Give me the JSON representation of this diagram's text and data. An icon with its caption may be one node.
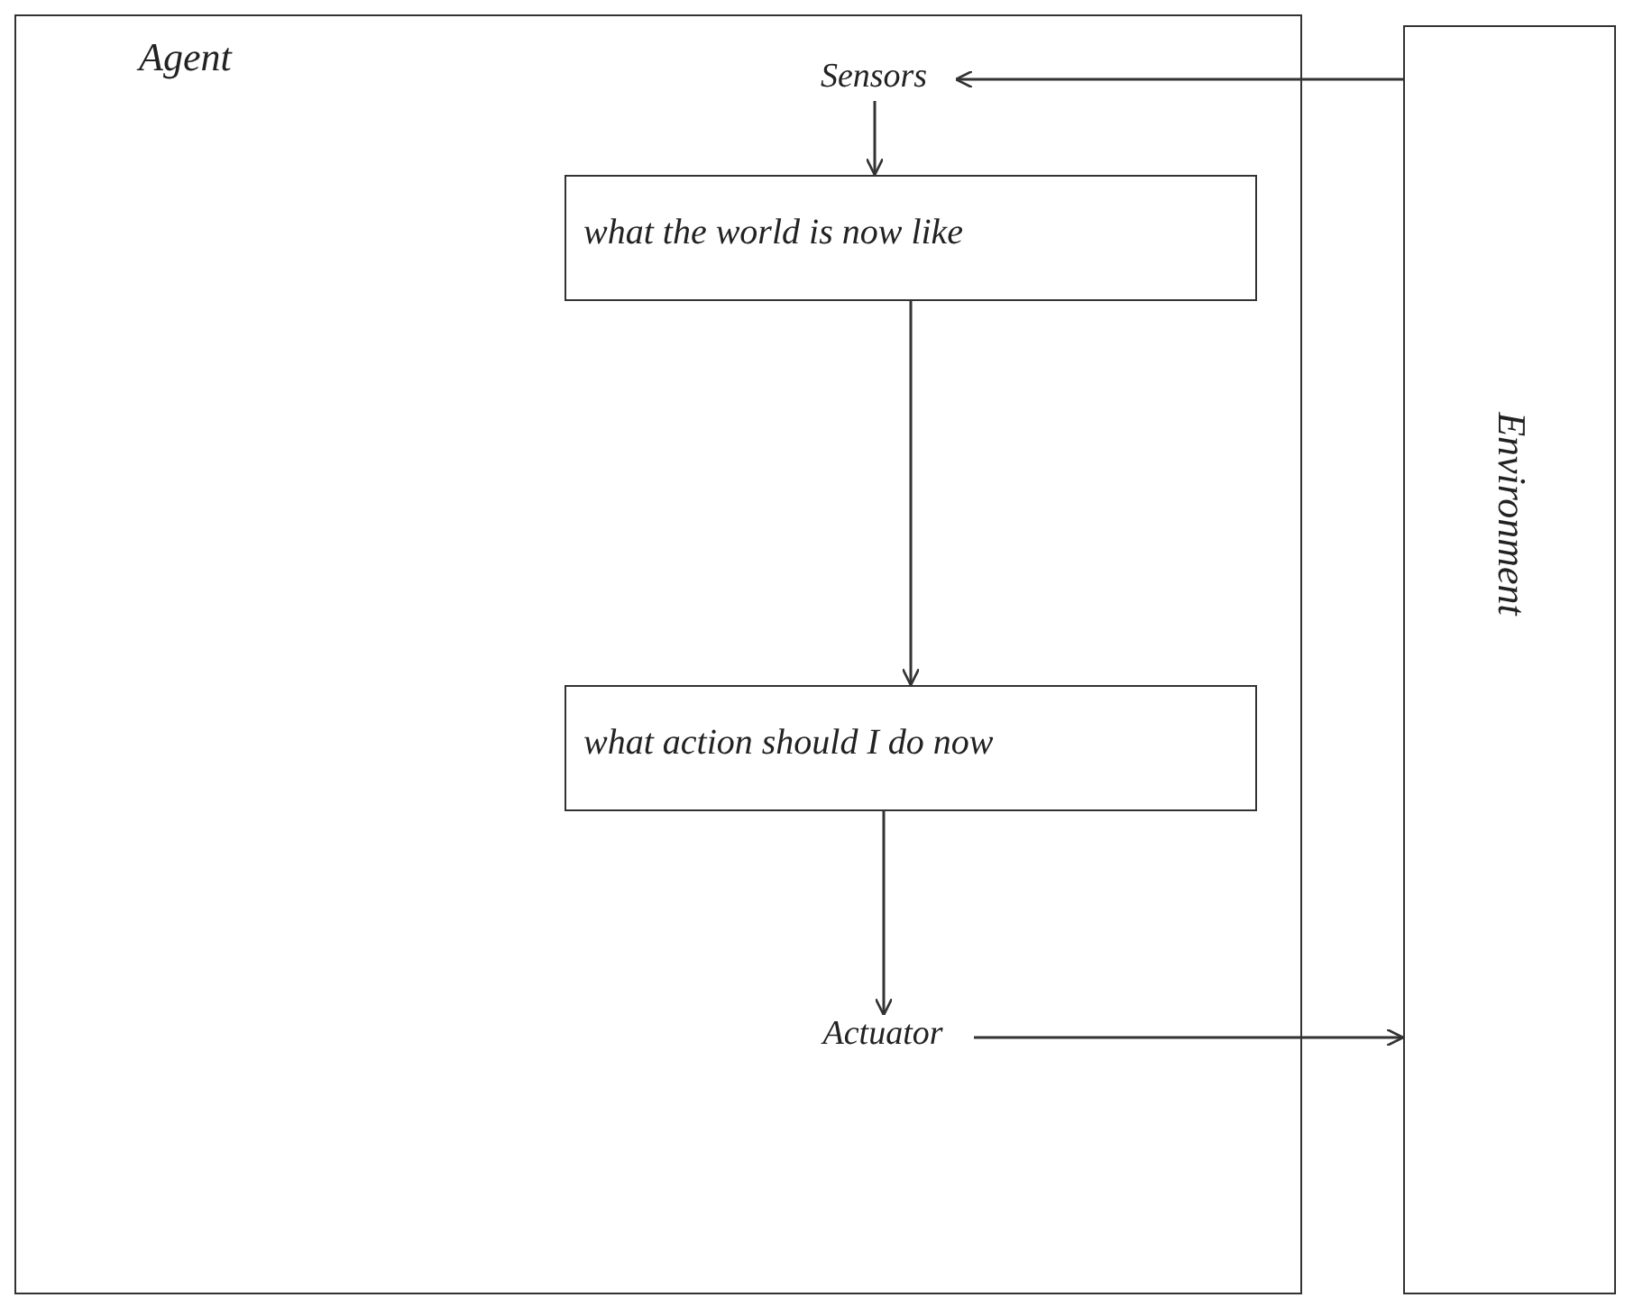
{
  "diagram": {
    "nodes": [
      {
        "text": [
          "Agent"
        ]
      },
      {
        "text": [
          "Sensors"
        ],
        "in": 0
      },
      {
        "text": [
          "what the world is now like"
        ],
        "in": 0
      },
      {
        "text": [
          "what action should I do now"
        ],
        "in": 0
      },
      {
        "text": [
          "Actuator"
        ],
        "in": 0
      },
      {
        "text": [
          "Environment"
        ]
      }
    ],
    "edges": [
      {
        "from": 5,
        "to": 1,
        "arrow": "to"
      },
      {
        "from": 1,
        "to": 2,
        "arrow": "to"
      },
      {
        "from": 2,
        "to": 3,
        "arrow": "to"
      },
      {
        "from": 3,
        "to": 4,
        "arrow": "to"
      },
      {
        "from": 4,
        "to": 5,
        "arrow": "to"
      }
    ]
  }
}
